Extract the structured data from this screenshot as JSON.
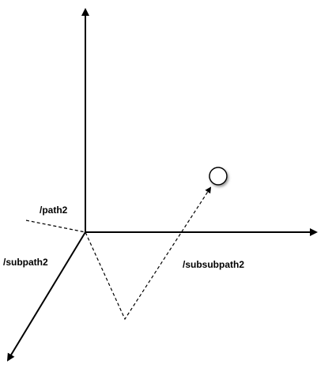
{
  "labels": {
    "path": "/path2",
    "subpath": "/subpath2",
    "subsubpath": "/subsubpath2"
  },
  "colors": {
    "axis": "#000000",
    "dashed": "#000000",
    "point_fill": "#ffffff",
    "point_stroke": "#000000",
    "point_shadow": "#8a8a8a"
  }
}
